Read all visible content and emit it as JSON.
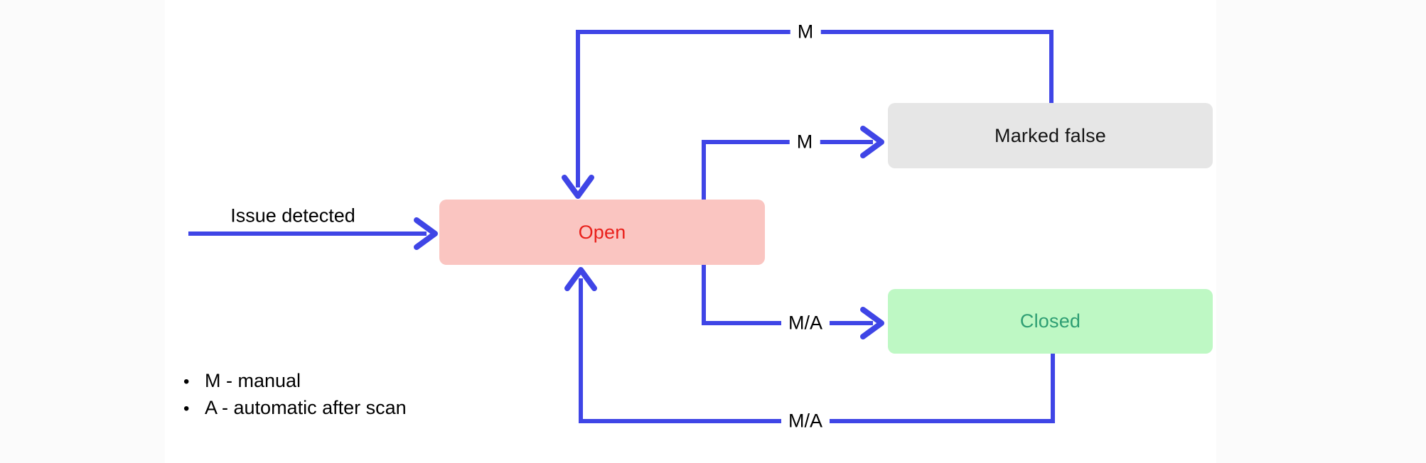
{
  "diagram": {
    "type": "state-flow",
    "nodes": [
      {
        "id": "open",
        "label": "Open",
        "bg": "#fac5c1",
        "fg": "#e9201b"
      },
      {
        "id": "marked-false",
        "label": "Marked false",
        "bg": "#e6e6e6",
        "fg": "#141414"
      },
      {
        "id": "closed",
        "label": "Closed",
        "bg": "#bef8c4",
        "fg": "#2e9e73"
      }
    ],
    "edges": [
      {
        "from": "(start)",
        "to": "Open",
        "label": "Issue detected"
      },
      {
        "from": "Marked false",
        "to": "Open",
        "label": "M"
      },
      {
        "from": "Open",
        "to": "Marked false",
        "label": "M"
      },
      {
        "from": "Open",
        "to": "Closed",
        "label": "M/A"
      },
      {
        "from": "Closed",
        "to": "Open",
        "label": "M/A"
      }
    ],
    "legend": [
      {
        "text": "M - manual"
      },
      {
        "text": "A - automatic after scan"
      }
    ],
    "colors": {
      "line": "#3f45e6",
      "canvas": "#ffffff",
      "margin": "#fbfbfb"
    }
  }
}
